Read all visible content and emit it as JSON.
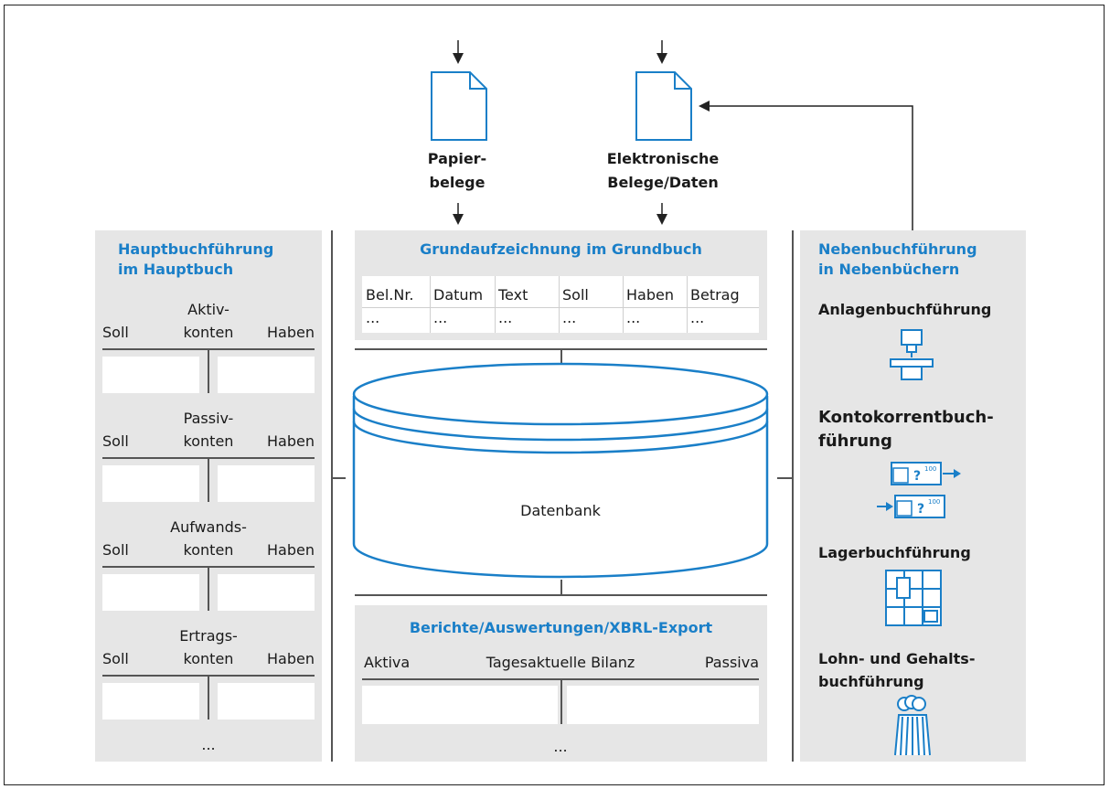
{
  "sources": {
    "paper": {
      "line1": "Papier-",
      "line2": "belege"
    },
    "electronic": {
      "line1": "Elektronische",
      "line2": "Belege/Daten"
    }
  },
  "left": {
    "title1": "Hauptbuchführung",
    "title2": "im Hauptbuch",
    "accounts": [
      {
        "l1": "Aktiv-",
        "l2": "konten",
        "soll": "Soll",
        "haben": "Haben"
      },
      {
        "l1": "Passiv-",
        "l2": "konten",
        "soll": "Soll",
        "haben": "Haben"
      },
      {
        "l1": "Aufwands-",
        "l2": "konten",
        "soll": "Soll",
        "haben": "Haben"
      },
      {
        "l1": "Ertrags-",
        "l2": "konten",
        "soll": "Soll",
        "haben": "Haben"
      }
    ],
    "more": "..."
  },
  "grundbuch": {
    "title": "Grundaufzeichnung im Grundbuch",
    "columns": [
      "Bel.Nr.",
      "Datum",
      "Text",
      "Soll",
      "Haben",
      "Betrag"
    ],
    "row": [
      "...",
      "...",
      "...",
      "...",
      "...",
      "..."
    ]
  },
  "database": {
    "label": "Datenbank"
  },
  "reports": {
    "title": "Berichte/Auswertungen/XBRL-Export",
    "aktiva": "Aktiva",
    "bilanz": "Tagesaktuelle Bilanz",
    "passiva": "Passiva",
    "more": "..."
  },
  "right": {
    "title1": "Nebenbuchführung",
    "title2": "in Nebenbüchern",
    "anlagen": "Anlagenbuchführung",
    "konto1": "Kontokorrentbuch-",
    "konto2": "führung",
    "lager": "Lagerbuchführung",
    "lohn1": "Lohn- und Gehalts-",
    "lohn2": "buchführung",
    "bill_label": "100"
  },
  "colors": {
    "accent": "#1a7fc8",
    "panel": "#e6e6e6"
  }
}
